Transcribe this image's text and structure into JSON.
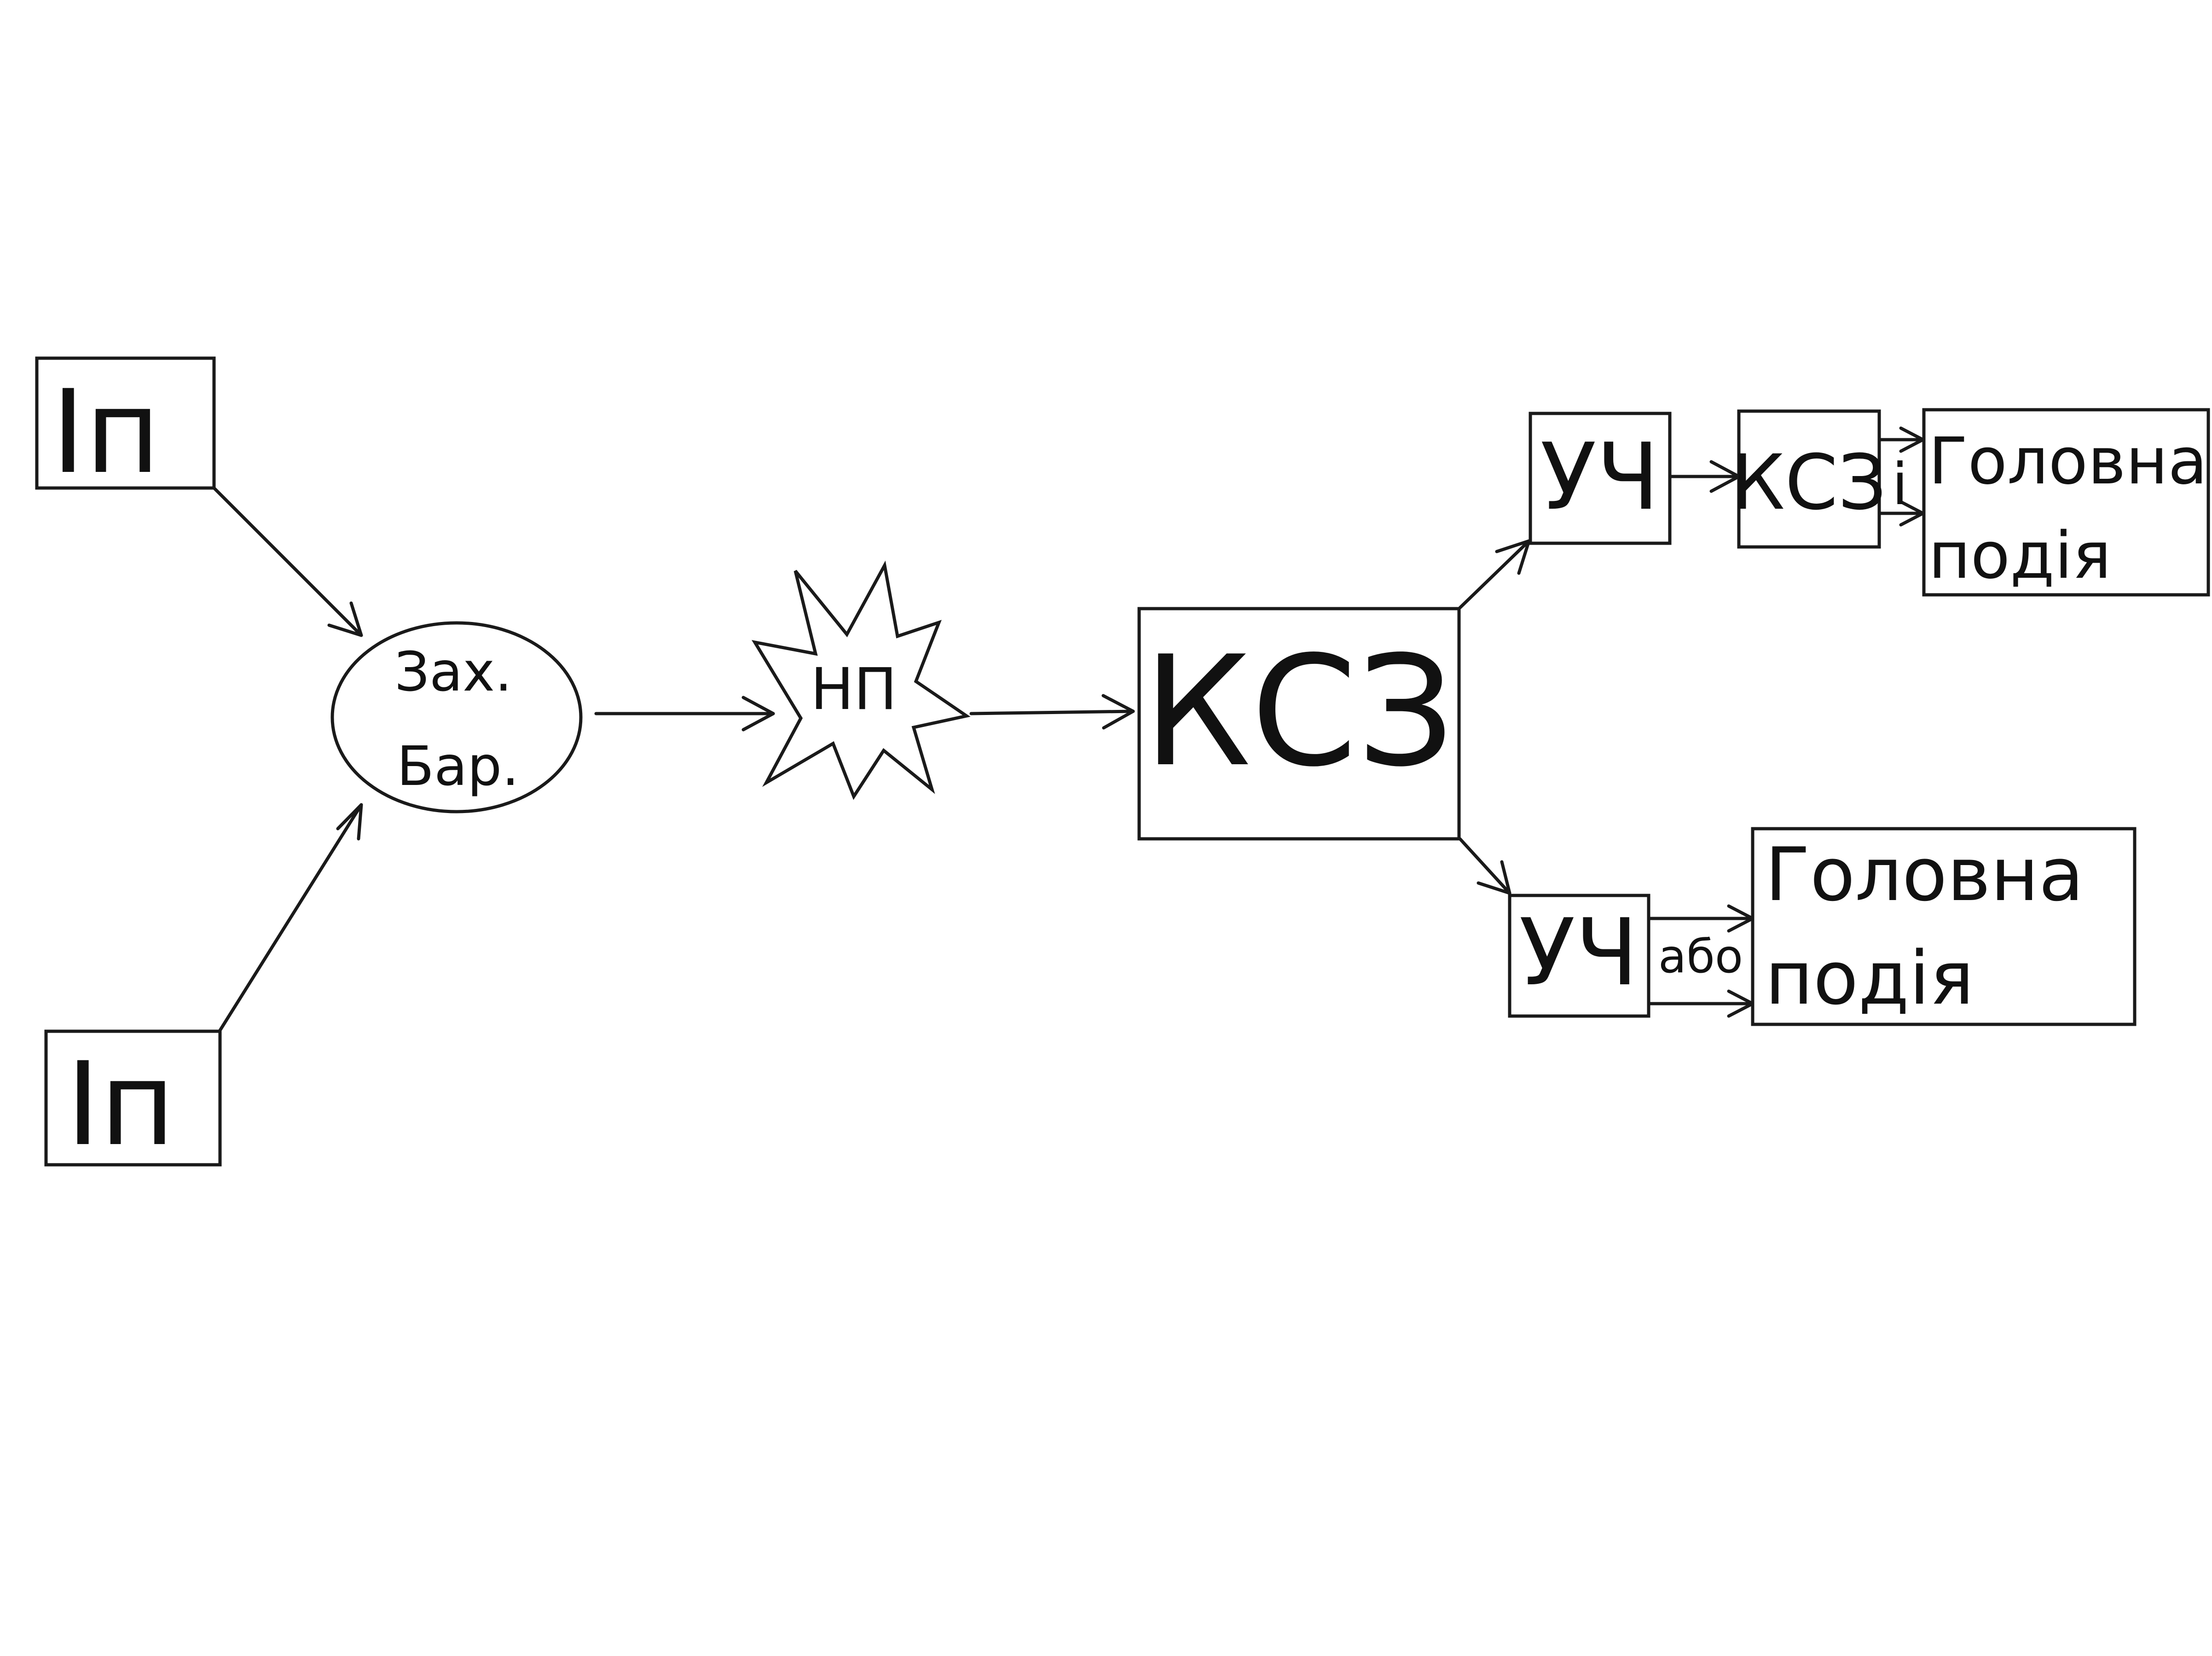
{
  "nodes": {
    "ip_top": {
      "label": "Іп"
    },
    "ip_bottom": {
      "label": "Іп"
    },
    "barrier": {
      "line1": "Зах.",
      "line2": "Бар."
    },
    "np": {
      "label": "НП"
    },
    "ksz_main": {
      "label": "КСЗ"
    },
    "uch_top": {
      "label": "УЧ"
    },
    "ksz_small": {
      "label": "КСЗ"
    },
    "gate_and": {
      "label": "і"
    },
    "event_top": {
      "line1": "Головна",
      "line2": "подія"
    },
    "uch_bottom": {
      "label": "УЧ"
    },
    "gate_or": {
      "label": "або"
    },
    "event_bottom": {
      "line1": "Головна",
      "line2": "подія"
    }
  },
  "colors": {
    "stroke": "#1a1a1a",
    "background": "#ffffff"
  }
}
